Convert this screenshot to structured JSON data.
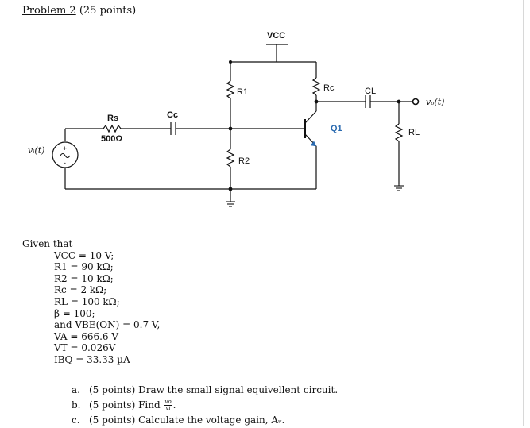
{
  "problem": {
    "title": "Problem 2",
    "points": "(25 points)"
  },
  "circuit": {
    "vcc": "VCC",
    "r1": "R1",
    "r2": "R2",
    "rc": "Rc",
    "cl": "CL",
    "rs": "Rs",
    "rs_value": "500Ω",
    "cc": "Cc",
    "q1": "Q1",
    "rl": "RL",
    "vi": "vᵢ(t)",
    "vo": "vₒ(t)"
  },
  "given": {
    "heading": "Given that",
    "items": [
      "VCC = 10 V;",
      "R1 = 90 kΩ;",
      "R2 = 10 kΩ;",
      "Rc = 2 kΩ;",
      "RL = 100 kΩ;",
      "β = 100;",
      "and VBE(ON) = 0.7 V,",
      "VA = 666.6 V",
      "VT = 0.026V",
      "IBQ = 33.33 µA"
    ]
  },
  "questions": [
    {
      "letter": "a.",
      "text": "(5 points) Draw the small signal equivellent circuit."
    },
    {
      "letter": "b.",
      "text": "(5 points) Find",
      "frac_num": "vo",
      "frac_den": "vi",
      "suffix": "."
    },
    {
      "letter": "c.",
      "text": "(5 points) Calculate the voltage gain, Aᵥ."
    }
  ]
}
